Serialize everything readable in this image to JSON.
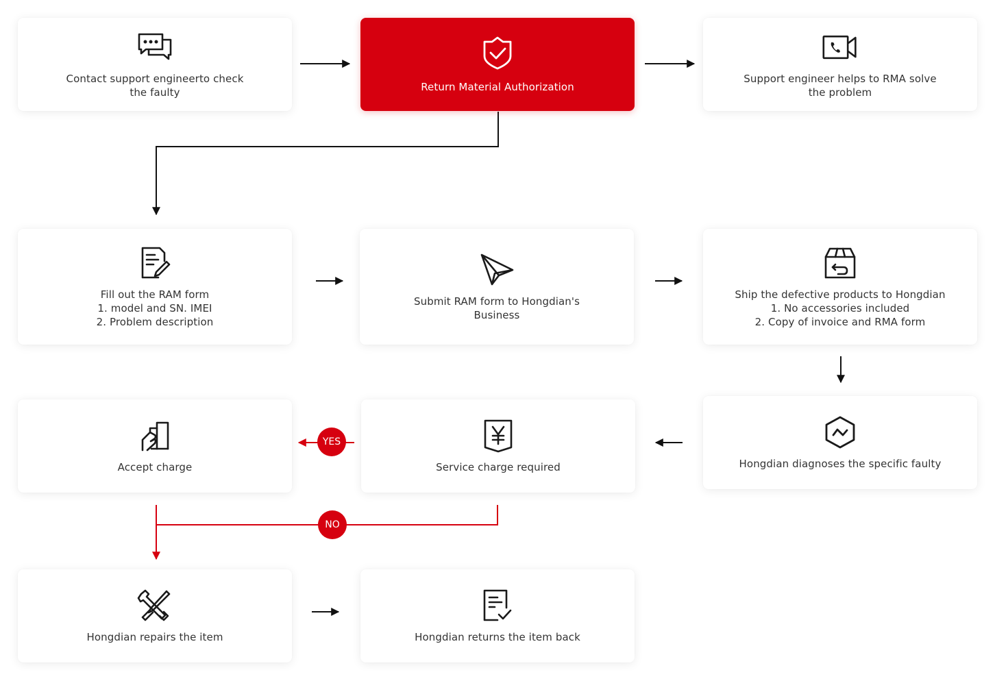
{
  "steps": {
    "contact": {
      "lines": [
        "Contact support engineerto check",
        "the faulty"
      ],
      "icon": "chat-bubbles-icon"
    },
    "rma": {
      "lines": [
        "Return Material Authorization"
      ],
      "icon": "shield-check-icon"
    },
    "support": {
      "lines": [
        "Support engineer helps to RMA solve",
        "the problem"
      ],
      "icon": "video-call-icon"
    },
    "fill": {
      "lines": [
        "Fill out the RAM form",
        "1. model and SN. IMEI",
        "2. Problem description"
      ],
      "icon": "form-edit-icon"
    },
    "submit": {
      "lines": [
        "Submit RAM form to Hongdian's",
        "Business"
      ],
      "icon": "paper-plane-icon"
    },
    "ship": {
      "lines": [
        "Ship the defective products to Hongdian",
        "1. No accessories included",
        "2. Copy of invoice and RMA form"
      ],
      "icon": "return-box-icon"
    },
    "diagnose": {
      "lines": [
        "Hongdian diagnoses the specific faulty"
      ],
      "icon": "hexagon-pulse-icon"
    },
    "charge": {
      "lines": [
        "Service charge required"
      ],
      "icon": "yuan-receipt-icon"
    },
    "accept": {
      "lines": [
        "Accept charge"
      ],
      "icon": "hand-chart-icon"
    },
    "repair": {
      "lines": [
        "Hongdian repairs the item"
      ],
      "icon": "tools-icon"
    },
    "returns": {
      "lines": [
        "Hongdian returns the item back"
      ],
      "icon": "checklist-icon"
    }
  },
  "badges": {
    "yes": "YES",
    "no": "NO"
  },
  "colors": {
    "accent": "#d6000f",
    "text": "#333333",
    "line": "#111111",
    "card": "#ffffff"
  }
}
